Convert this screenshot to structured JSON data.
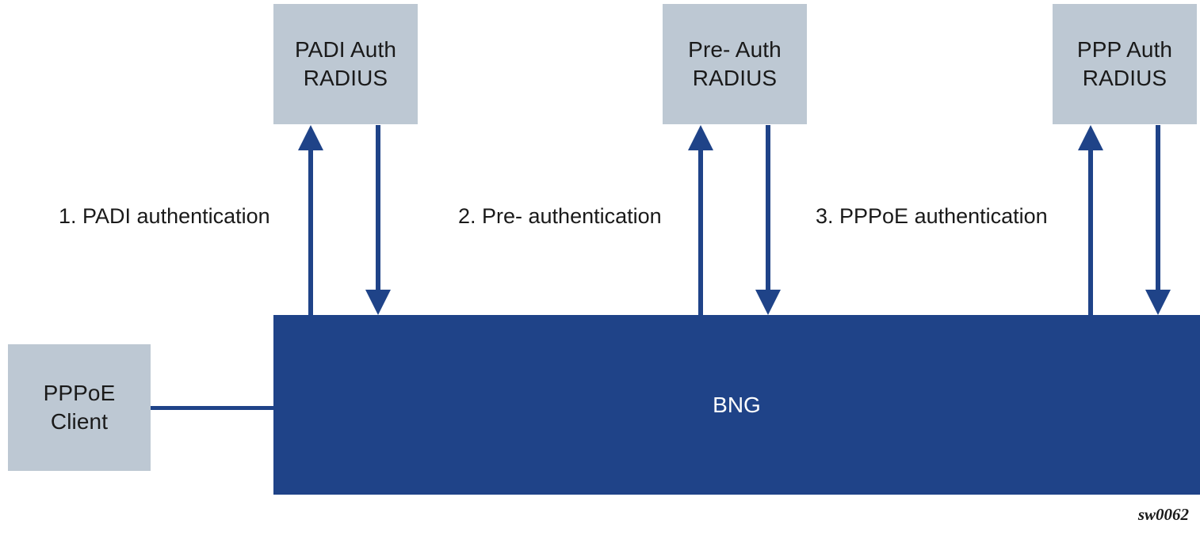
{
  "diagram": {
    "figure_id": "sw0062",
    "colors": {
      "node_fill": "#bdc8d3",
      "bng_fill": "#1f4388",
      "arrow": "#1f4388",
      "node_text": "#1a1a1a",
      "bng_text": "#ffffff"
    },
    "radius_servers": [
      {
        "line1": "PADI Auth",
        "line2": "RADIUS"
      },
      {
        "line1": "Pre- Auth",
        "line2": "RADIUS"
      },
      {
        "line1": "PPP Auth",
        "line2": "RADIUS"
      }
    ],
    "client": {
      "line1": "PPPoE",
      "line2": "Client"
    },
    "bng": {
      "label": "BNG"
    },
    "flows": [
      {
        "label": "1. PADI authentication"
      },
      {
        "label": "2. Pre- authentication"
      },
      {
        "label": "3. PPPoE authentication"
      }
    ]
  }
}
